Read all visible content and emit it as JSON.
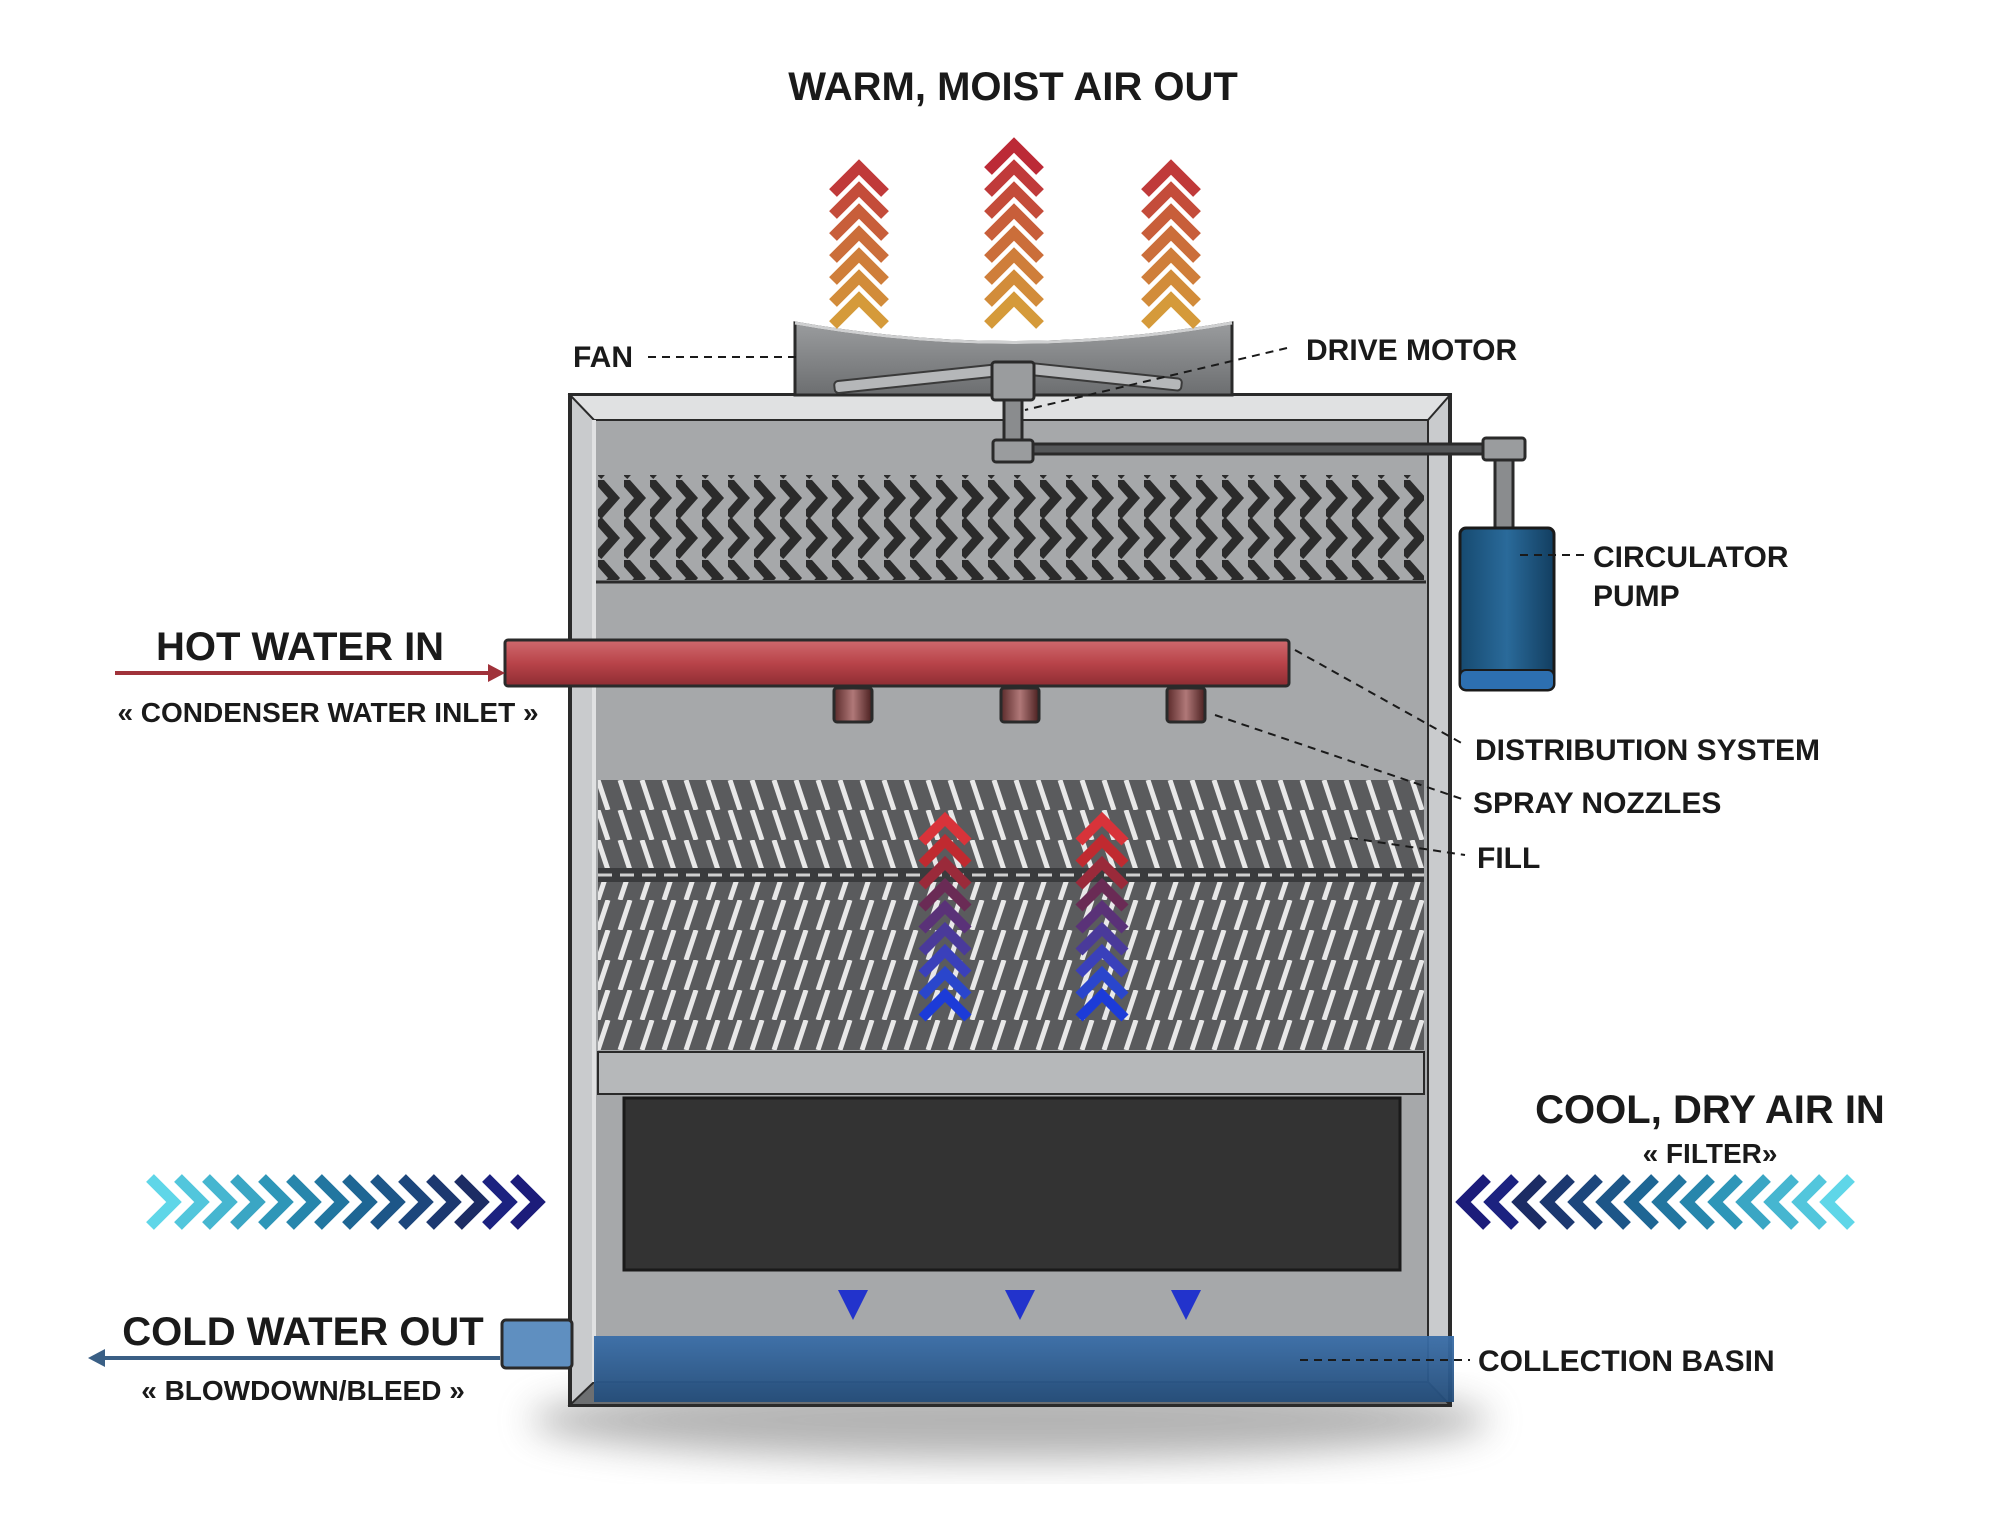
{
  "labels": {
    "warm_air_out": "WARM, MOIST AIR OUT",
    "fan": "FAN",
    "drive_motor": "DRIVE MOTOR",
    "circulator_pump_line1": "CIRCULATOR",
    "circulator_pump_line2": "PUMP",
    "hot_water_in": "HOT WATER IN",
    "condenser_water_inlet": "« CONDENSER WATER INLET »",
    "distribution_system": "DISTRIBUTION SYSTEM",
    "spray_nozzles": "SPRAY NOZZLES",
    "fill": "FILL",
    "cool_dry_air_in": "COOL, DRY AIR IN",
    "filter": "« FILTER»",
    "cold_water_out": "COLD WATER OUT",
    "blowdown_bleed": "« BLOWDOWN/BLEED »",
    "collection_basin": "COLLECTION BASIN"
  },
  "colors": {
    "hot": "#c0392b",
    "warm": "#d4913a",
    "cool_light": "#5fd6e8",
    "cool_dark": "#1c1c7a",
    "water_blue": "#2f5d8f",
    "pipe_red": "#c0474d",
    "pump_blue": "#1f5a87",
    "housing_gray": "#a6a8aa"
  }
}
